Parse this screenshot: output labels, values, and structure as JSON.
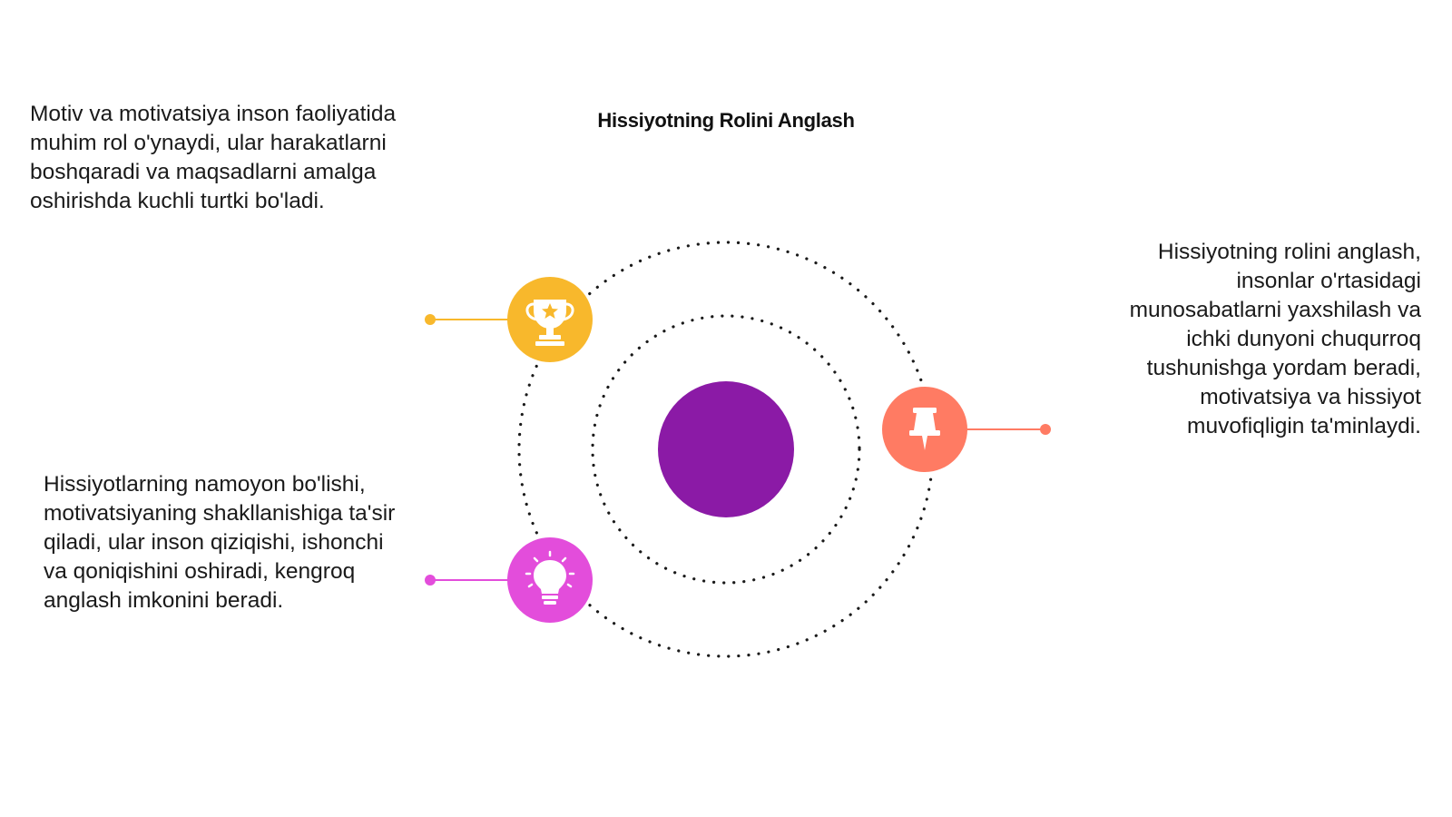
{
  "title": "Hissiyotning Rolini Anglash",
  "colors": {
    "center": "#8b1aa6",
    "trophy": "#f8b82c",
    "pin": "#ff7b63",
    "bulb": "#e34ddb",
    "dots": "#1a1a1a"
  },
  "items": [
    {
      "icon": "trophy-icon",
      "text": "Motiv va motivatsiya inson faoliyatida muhim rol o'ynaydi, ular harakatlarni boshqaradi va maqsadlarni amalga oshirishda kuchli turtki bo'ladi."
    },
    {
      "icon": "pushpin-icon",
      "text": "Hissiyotning rolini anglash, insonlar o'rtasidagi munosabatlarni yaxshilash va ichki dunyoni chuqurroq tushunishga yordam beradi, motivatsiya va hissiyot muvofiqligin ta'minlaydi."
    },
    {
      "icon": "lightbulb-icon",
      "text": "Hissiyotlarning namoyon bo'lishi, motivatsiyaning shakllanishiga ta'sir qiladi, ular inson qiziqishi, ishonchi va qoniqishini oshiradi, kengroq anglash imkonini beradi."
    }
  ]
}
